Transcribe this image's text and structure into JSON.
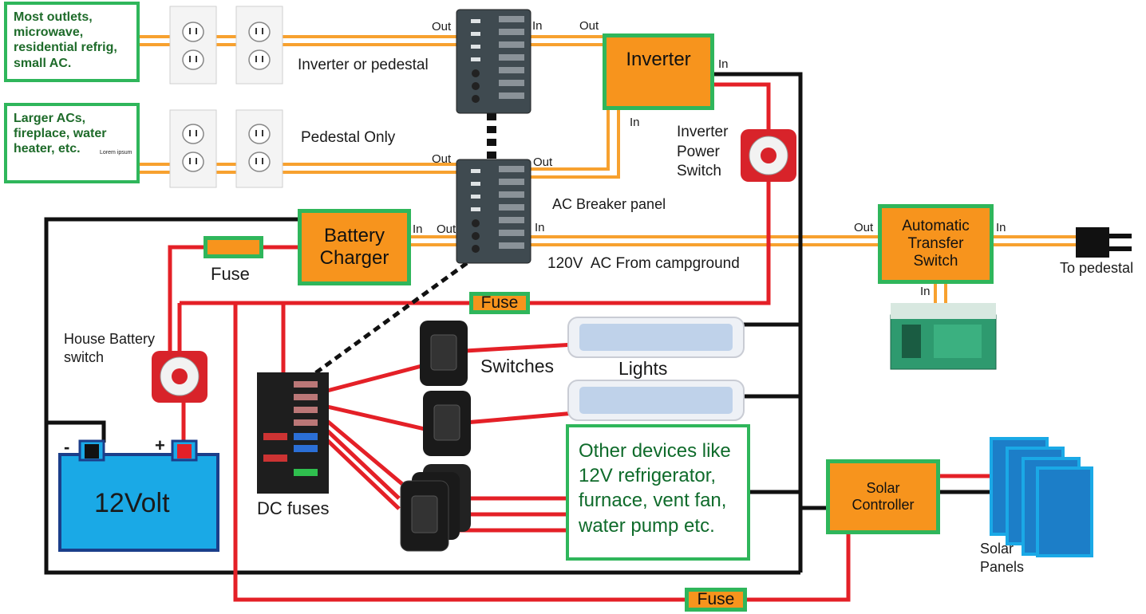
{
  "notes": {
    "top_left": "Most outlets,\nmicrowave,\nresidential refrig,\nsmall AC.",
    "mid_left": "Larger ACs,\nfireplace, water\nheater, etc.",
    "mid_left_small": "Lorem ipsum",
    "other_devices": "Other devices like\n12V refrigerator,\nfurnace, vent fan,\nwater pump etc."
  },
  "boxes": {
    "inverter": "Inverter",
    "battery_charger": "Battery\nCharger",
    "ats": "Automatic\nTransfer\nSwitch",
    "solar_controller": "Solar\nController",
    "fuse_top": "Fuse",
    "fuse_mid": "Fuse",
    "fuse_bottom": "Fuse"
  },
  "labels": {
    "inverter_or_pedestal": "Inverter or pedestal",
    "pedestal_only": "Pedestal Only",
    "ac_breaker_panel": "AC Breaker panel",
    "ac_from_campground": "120V  AC From campground",
    "to_pedestal": "To pedestal",
    "inverter_power_switch": "Inverter\nPower\nSwitch",
    "house_battery_switch": "House Battery\nswitch",
    "switches": "Switches",
    "lights": "Lights",
    "dc_fuses": "DC fuses",
    "solar_panels": "Solar\nPanels",
    "battery": "12Volt",
    "battery_minus": "-",
    "battery_plus": "+"
  },
  "ports": {
    "out_top_panel": "Out",
    "in_top_panel": "In",
    "out_inverter_left": "Out",
    "in_inverter_right": "In",
    "in_inverter_bottom": "In",
    "out_ac_panel_left": "Out",
    "out_ac_panel_right": "Out",
    "in_charger": "In",
    "out_charger": "Out",
    "in_ac_panel": "In",
    "out_ats": "Out",
    "in_ats_right": "In",
    "in_ats_bottom": "In"
  },
  "colors": {
    "ac_wire": "#f7a12f",
    "dc_positive": "#e42027",
    "dc_negative": "#111111",
    "box_fill": "#f7941d",
    "box_border": "#2fb65b",
    "battery_fill": "#1aa9e6",
    "solar_panel": "#1c7ec8"
  }
}
